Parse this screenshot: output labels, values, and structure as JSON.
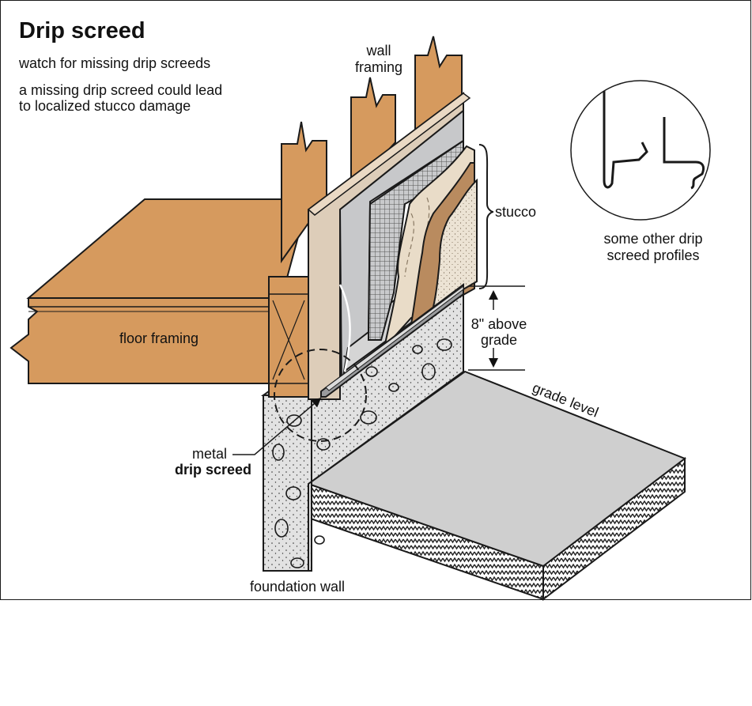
{
  "title": "Drip screed",
  "notes": [
    "watch for missing drip screeds",
    "a missing drip screed could lead",
    "to localized stucco damage"
  ],
  "labels": {
    "wall_framing": [
      "wall",
      "framing"
    ],
    "stucco": "stucco",
    "height_note": [
      "8\" above",
      "grade"
    ],
    "grade_level": "grade level",
    "floor_framing": "floor framing",
    "metal": "metal",
    "drip_screed": "drip screed",
    "foundation_wall": "foundation wall",
    "profiles_caption": [
      "some other drip",
      "screed profiles"
    ]
  },
  "colors": {
    "wood": "#d69a5e",
    "wood_light": "#e2a86a",
    "sheathing": "#ddcdb9",
    "membrane": "#c7c8ca",
    "lath": "#7f8184",
    "scratch_coat": "#e9dcc8",
    "brown_coat": "#b98b5f",
    "finish_coat": "#eadfcf",
    "concrete": "#e2e2e2",
    "slab_top": "#cfcfcf",
    "outline": "#1a1a1a"
  }
}
